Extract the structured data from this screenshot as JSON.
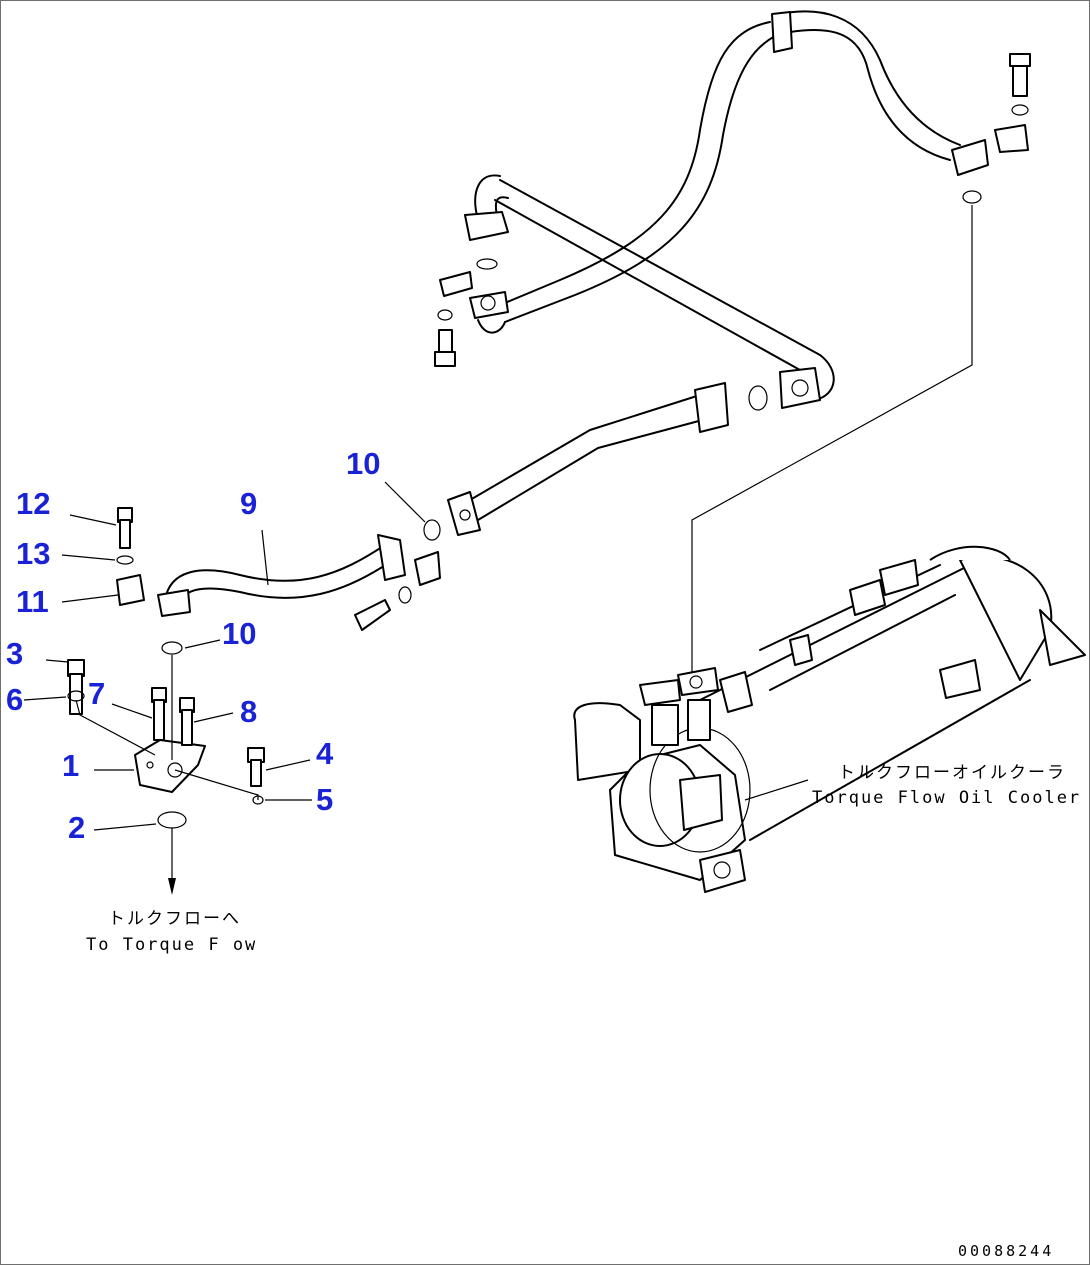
{
  "callouts": [
    {
      "id": "1",
      "label": "1"
    },
    {
      "id": "2",
      "label": "2"
    },
    {
      "id": "3",
      "label": "3"
    },
    {
      "id": "4",
      "label": "4"
    },
    {
      "id": "5",
      "label": "5"
    },
    {
      "id": "6",
      "label": "6"
    },
    {
      "id": "7",
      "label": "7"
    },
    {
      "id": "8",
      "label": "8"
    },
    {
      "id": "9",
      "label": "9"
    },
    {
      "id": "10a",
      "label": "10"
    },
    {
      "id": "10b",
      "label": "10"
    },
    {
      "id": "11",
      "label": "11"
    },
    {
      "id": "12",
      "label": "12"
    },
    {
      "id": "13",
      "label": "13"
    }
  ],
  "notes": {
    "to_torque_flow_jp": "トルクフローへ",
    "to_torque_flow_en": "To Torque F ow",
    "oil_cooler_jp": "トルクフローオイルクーラ",
    "oil_cooler_en": "Torque Flow Oil Cooler"
  },
  "drawing_code": "00088244",
  "colors": {
    "callout": "#1a22d6",
    "line": "#000000",
    "border": "#6f6f6f"
  }
}
